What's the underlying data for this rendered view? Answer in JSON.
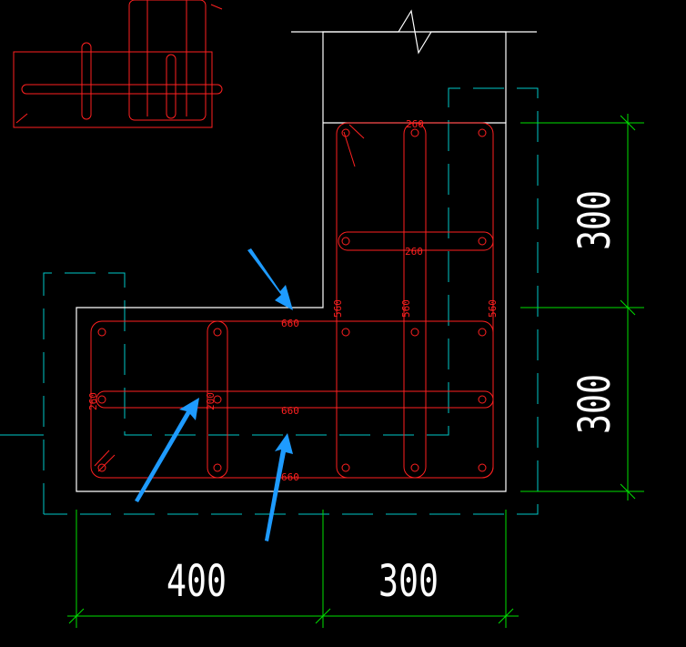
{
  "colors": {
    "background": "#000000",
    "outline": "#ffffff",
    "rebar": "#ff2020",
    "dim": "#00e000",
    "cyan": "#00c8c8",
    "arrow": "#1e9bff"
  },
  "dimensions": {
    "bottom_left": "400",
    "bottom_right": "300",
    "right_upper": "300",
    "right_lower": "300"
  },
  "rebar_labels": {
    "l660_top": "660",
    "l660_mid": "660",
    "l660_bot": "660",
    "l560_a": "560",
    "l560_b": "560",
    "l560_c": "560",
    "l260_mid": "260",
    "l260_top": "260",
    "l260_left": "260",
    "l200_left": "200"
  }
}
